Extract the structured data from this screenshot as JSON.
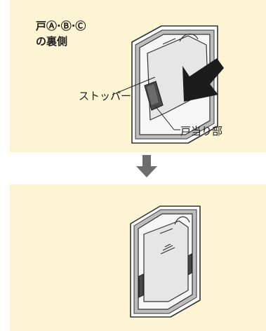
{
  "before_panel": {
    "heading_line1": "戸Ⓐ·Ⓑ·Ⓒ",
    "heading_line2": "の裏側",
    "label_stopper": "ストッパー",
    "label_door_contact": "戸当り部"
  },
  "colors": {
    "panel_bg": "#fdf4d3",
    "arrow_dark": "#1c1c1c",
    "arrow_gray": "#6d6d6d"
  },
  "icons": {
    "push_arrow": "push-arrow-icon",
    "step_arrow": "down-arrow-icon"
  }
}
